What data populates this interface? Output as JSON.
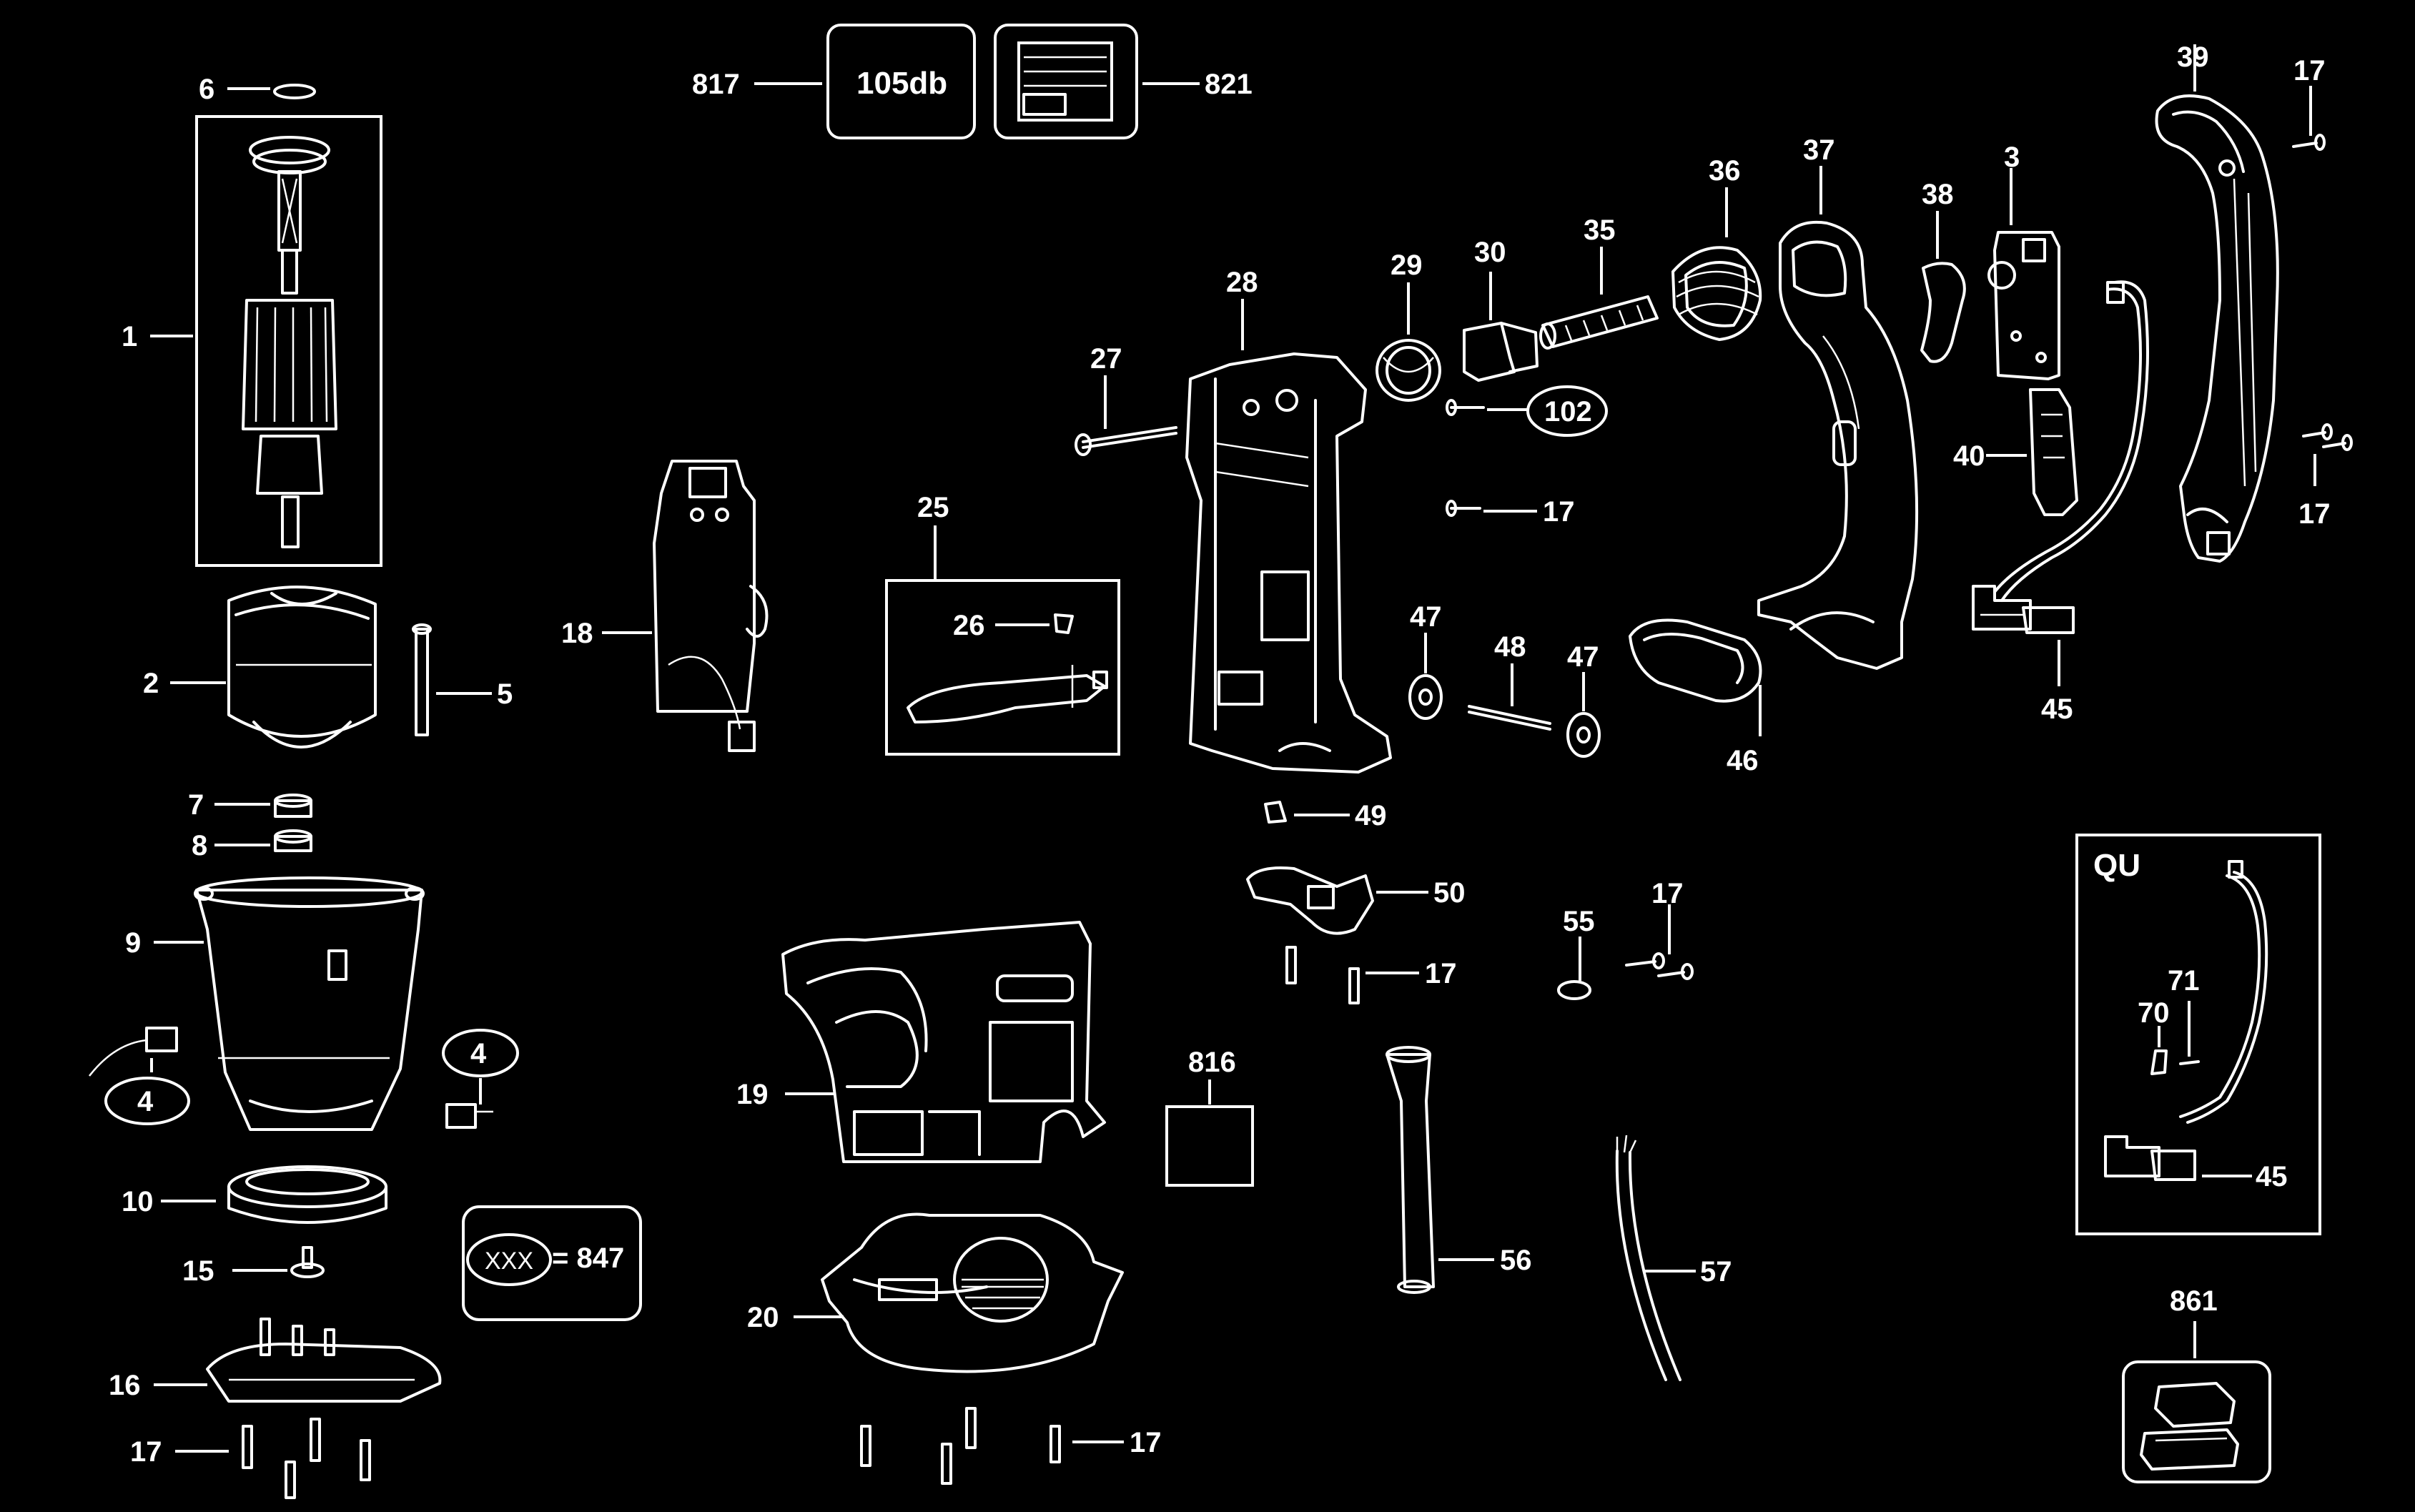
{
  "colors": {
    "background": "#000000",
    "ink": "#ffffff"
  },
  "labels": {
    "p1": "1",
    "p2": "2",
    "p3": "3",
    "p4a": "4",
    "p4b": "4",
    "p5": "5",
    "p6": "6",
    "p7": "7",
    "p8": "8",
    "p9": "9",
    "p10": "10",
    "p15": "15",
    "p16": "16",
    "p17a": "17",
    "p17b": "17",
    "p17c": "17",
    "p17d": "17",
    "p17e": "17",
    "p17f": "17",
    "p17g": "17",
    "p18": "18",
    "p19": "19",
    "p20": "20",
    "p25": "25",
    "p26": "26",
    "p27": "27",
    "p28": "28",
    "p29": "29",
    "p30": "30",
    "p35": "35",
    "p36": "36",
    "p37": "37",
    "p38": "38",
    "p39": "39",
    "p40": "40",
    "p45a": "45",
    "p45b": "45",
    "p46": "46",
    "p47a": "47",
    "p47b": "47",
    "p48": "48",
    "p49": "49",
    "p50": "50",
    "p55": "55",
    "p56": "56",
    "p57": "57",
    "p70": "70",
    "p71": "71",
    "p102": "102",
    "p816": "816",
    "p817": "817",
    "p821": "821",
    "p861": "861"
  },
  "noise_label": "105db",
  "legend": {
    "placeholder": "XXX",
    "equals": "= 847"
  },
  "inset_title": "QU"
}
